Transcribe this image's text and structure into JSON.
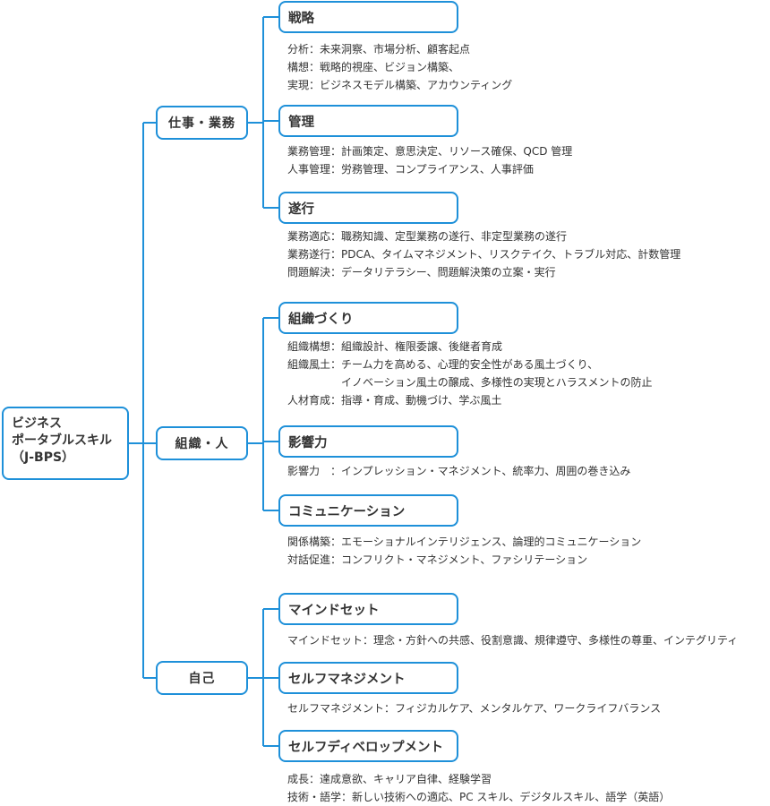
{
  "colors": {
    "accent": "#1e90d9",
    "text": "#333333",
    "background": "#ffffff"
  },
  "root": {
    "lines": [
      "ビジネス",
      "ポータブルスキル",
      "（J-BPS）"
    ]
  },
  "categories": [
    {
      "label": "仕事・業務",
      "children": [
        {
          "title": "戦略",
          "details": [
            "分析：未来洞察、市場分析、顧客起点",
            "構想：戦略的視座、ビジョン構築、",
            "実現：ビジネスモデル構築、アカウンティング"
          ]
        },
        {
          "title": "管理",
          "details": [
            "業務管理：計画策定、意思決定、リソース確保、QCD 管理",
            "人事管理：労務管理、コンプライアンス、人事評価"
          ]
        },
        {
          "title": "遂行",
          "details": [
            "業務適応：職務知識、定型業務の遂行、非定型業務の遂行",
            "業務遂行：PDCA、タイムマネジメント、リスクテイク、トラブル対応、計数管理",
            "問題解決：データリテラシー、問題解決策の立案・実行"
          ]
        }
      ]
    },
    {
      "label": "組織・人",
      "children": [
        {
          "title": "組織づくり",
          "details": [
            "組織構想：組織設計、権限委譲、後継者育成",
            "組織風土：チーム力を高める、心理的安全性がある風土づくり、",
            "　　　　　イノベーション風土の醸成、多様性の実現とハラスメントの防止",
            "人材育成：指導・育成、動機づけ、学ぶ風土"
          ]
        },
        {
          "title": "影響力",
          "details": [
            "影響力　：インプレッション・マネジメント、統率力、周囲の巻き込み"
          ]
        },
        {
          "title": "コミュニケーション",
          "details": [
            "関係構築：エモーショナルインテリジェンス、論理的コミュニケーション",
            "対話促進：コンフリクト・マネジメント、ファシリテーション"
          ]
        }
      ]
    },
    {
      "label": "自己",
      "children": [
        {
          "title": "マインドセット",
          "details": [
            "マインドセット：理念・方針への共感、役割意識、規律遵守、多様性の尊重、インテグリティ"
          ]
        },
        {
          "title": "セルフマネジメント",
          "details": [
            "セルフマネジメント：フィジカルケア、メンタルケア、ワークライフバランス"
          ]
        },
        {
          "title": "セルフディベロップメント",
          "details": [
            "成長：達成意欲、キャリア自律、経験学習",
            "技術・語学：新しい技術への適応、PC スキル、デジタルスキル、語学（英語）"
          ]
        }
      ]
    }
  ]
}
